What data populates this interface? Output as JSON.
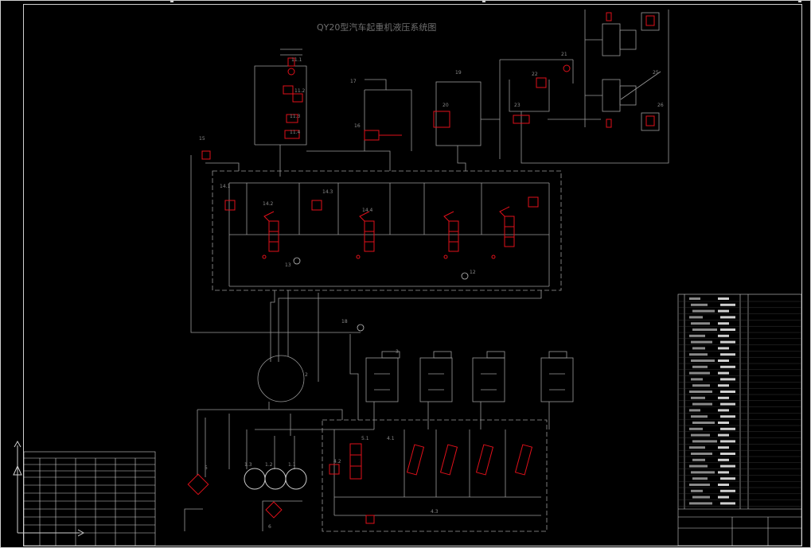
{
  "drawing": {
    "title": "QY20型汽车起重机液压系统图"
  },
  "circuit_labels": {
    "lbl_2": "2",
    "lbl_3": "3",
    "lbl_5": "5",
    "lbl_6": "6",
    "lbl_1_1": "1.1",
    "lbl_1_2": "1.2",
    "lbl_1_3": "1.3",
    "lbl_4_1": "4.1",
    "lbl_4_2": "4.2",
    "lbl_4_3": "4.3",
    "lbl_5_1": "5.1",
    "lbl_11_1": "11.1",
    "lbl_11_2": "11.2",
    "lbl_11_3": "11.3",
    "lbl_11_4": "11.4",
    "lbl_12": "12",
    "lbl_13": "13",
    "lbl_14_1": "14.1",
    "lbl_14_2": "14.2",
    "lbl_14_3": "14.3",
    "lbl_14_4": "14.4",
    "lbl_15": "15",
    "lbl_16": "16",
    "lbl_17": "17",
    "lbl_19": "19",
    "lbl_20": "20",
    "lbl_21": "21",
    "lbl_22": "22",
    "lbl_23": "23",
    "lbl_25": "25",
    "lbl_26": "26",
    "lbl_18": "18"
  },
  "colors": {
    "background": "#000000",
    "line": "#9a9a9a",
    "component": "#e0101a",
    "frame": "#c8c8c8"
  }
}
